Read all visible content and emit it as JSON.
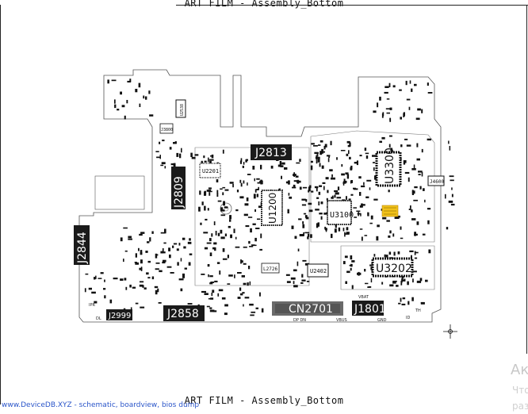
{
  "title_top": "ART FILM - Assembly_Bottom",
  "title_bottom": "ART FILM - Assembly_Bottom",
  "watermark": "www.DeviceDB.XYZ - schematic, boardview, bios dump",
  "activation_overlay": {
    "line1": "Ак",
    "line2": "Что",
    "line3": "раз"
  },
  "connectors": {
    "j2813": "J2813",
    "j2809": "J2809",
    "j2844": "J2844",
    "j2858": "J2858",
    "j2999": "J2999",
    "cn2701": "CN2701",
    "j1801": "J1801"
  },
  "chips": {
    "u3300": "U3300",
    "u3100": "U3100",
    "u3202": "U3202",
    "u1200": "U1200",
    "u2201": "U2201",
    "u2402": "U2402",
    "u2538": "U2538",
    "j4600": "J4600",
    "l2726": "L2726",
    "j3800": "J3800"
  },
  "bottom_labels": {
    "vbat": "VBAT",
    "vbus": "VBUS",
    "gnd": "GND",
    "dp_dn": "DP DN",
    "dl": "DL",
    "ipr": "IPR",
    "id": "ID",
    "th": "TH"
  },
  "colors": {
    "highlight": "#f2c21a",
    "ink": "#111111",
    "link": "#2a55c9"
  }
}
